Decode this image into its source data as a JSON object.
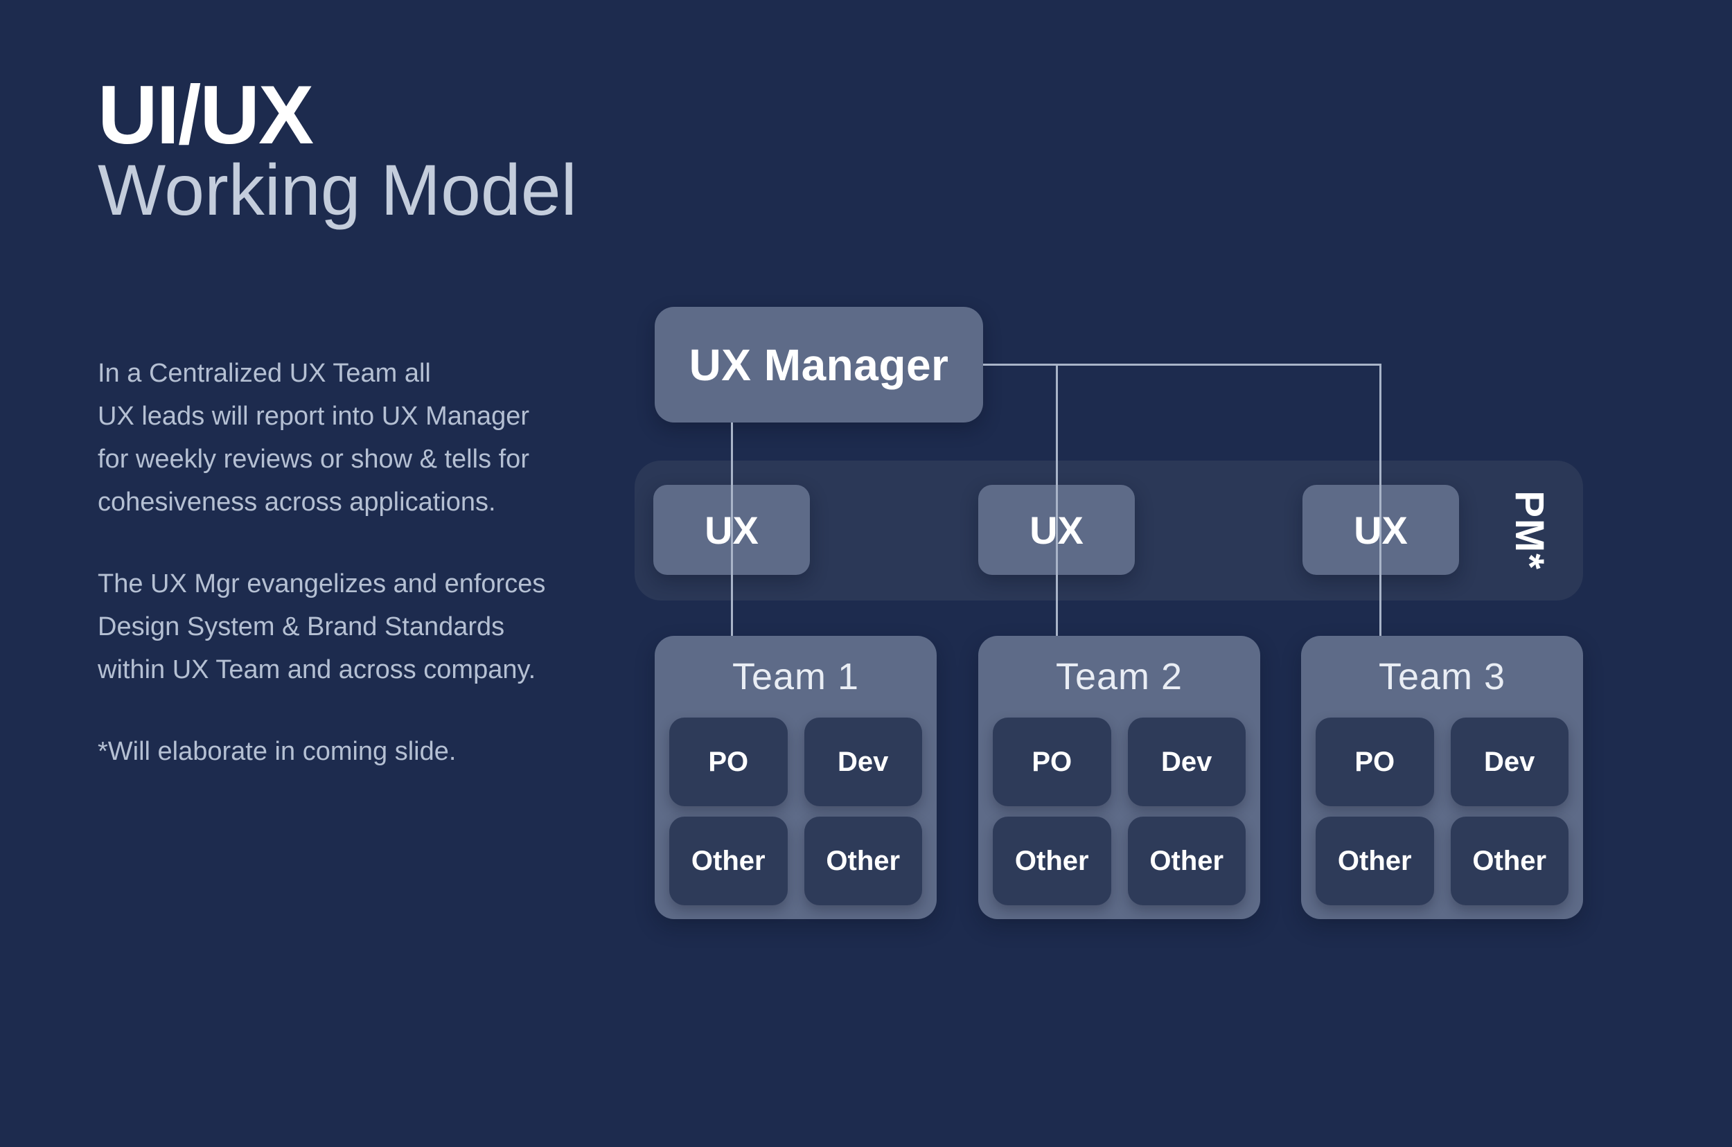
{
  "slide": {
    "title": "UI/UX",
    "subtitle": "Working Model",
    "paragraphs": [
      "In a Centralized UX Team all\nUX leads will report into UX Manager\nfor weekly reviews or show & tells for\ncohesiveness across applications.",
      "The UX Mgr evangelizes and enforces\nDesign System & Brand Standards\nwithin UX Team and across company.",
      "*Will elaborate in coming slide."
    ]
  },
  "diagram": {
    "manager": {
      "label": "UX Manager"
    },
    "ux_boxes": [
      {
        "label": "UX"
      },
      {
        "label": "UX"
      },
      {
        "label": "UX"
      }
    ],
    "pm_label": "PM*",
    "teams": [
      {
        "name": "Team 1",
        "roles": [
          "PO",
          "Dev",
          "Other",
          "Other"
        ]
      },
      {
        "name": "Team 2",
        "roles": [
          "PO",
          "Dev",
          "Other",
          "Other"
        ]
      },
      {
        "name": "Team 3",
        "roles": [
          "PO",
          "Dev",
          "Other",
          "Other"
        ]
      }
    ]
  },
  "colors": {
    "background": "#1d2b4e",
    "node_fill": "#5e6b88",
    "strip_fill": "#2b3857",
    "role_fill": "#2e3b59",
    "connector": "#a9b4c8",
    "title_text": "#ffffff",
    "subtitle_text": "#c4cddc",
    "body_text": "#b5c0d3",
    "team_title_text": "#e9edf4"
  }
}
